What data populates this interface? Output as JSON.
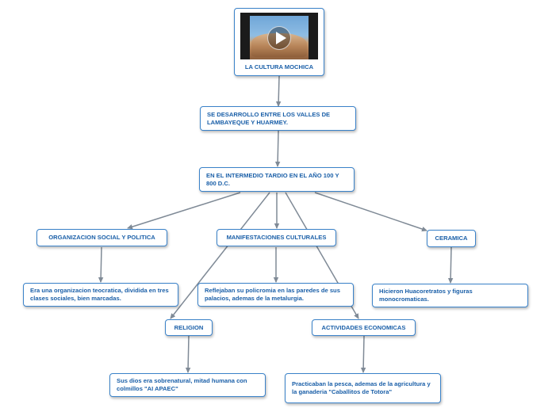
{
  "diagram": {
    "root": {
      "title": "LA CULTURA MOCHICA",
      "media_icon": "play-video-icon"
    },
    "valles": "SE DESARROLLO ENTRE LOS VALLES DE LAMBAYEQUE Y HUARMEY.",
    "intermedio": "EN EL INTERMEDIO TARDIO EN EL AÑO 100 Y 800 D.C.",
    "organizacion": {
      "title": "ORGANIZACION SOCIAL Y POLITICA",
      "detail": "Era una organizacion teocratica, dividida en tres clases sociales, bien marcadas."
    },
    "manifestaciones": {
      "title": "MANIFESTACIONES CULTURALES",
      "detail": "Reflejaban su policromia en las paredes de sus palacios, ademas de la metalurgia."
    },
    "ceramica": {
      "title": "CERAMICA",
      "detail": "Hicieron Huacoretratos y figuras monocromaticas."
    },
    "religion": {
      "title": "RELIGION",
      "detail": "Sus dios era sobrenatural, mitad humana con colmillos \"AI APAEC\""
    },
    "actividades": {
      "title": "ACTIVIDADES ECONOMICAS",
      "detail": "Practicaban la pesca, ademas de la agricultura y la ganaderia \"Caballitos de Totora\""
    },
    "colors": {
      "border": "#3a82c9",
      "text": "#1a5fa8",
      "connector": "#7f8a96"
    }
  }
}
